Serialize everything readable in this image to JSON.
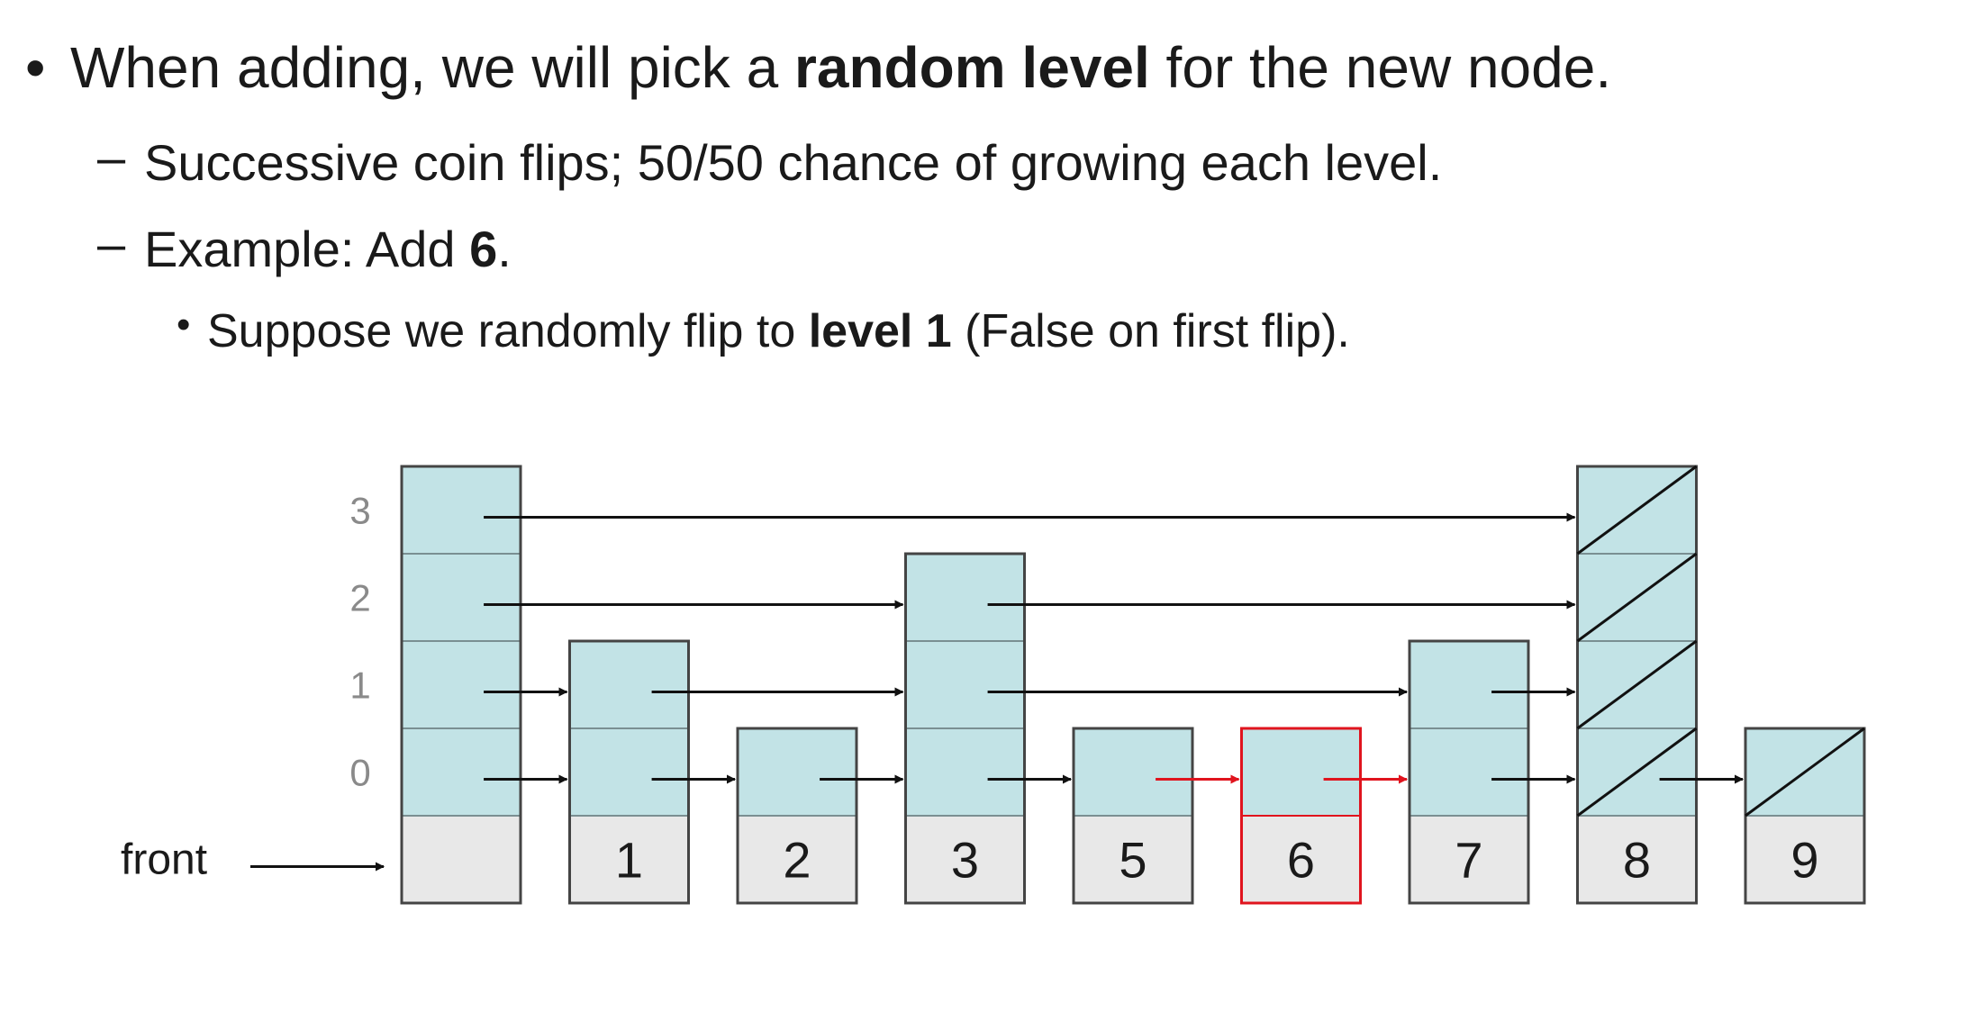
{
  "bullets": {
    "b1": {
      "marker": "•",
      "pre": "When adding, we will pick a ",
      "bold": "random level",
      "post": " for the new node."
    },
    "b2": {
      "marker": "–",
      "text": "Successive coin flips;  50/50 chance of growing each level."
    },
    "b3": {
      "marker": "–",
      "pre": "Example: Add ",
      "bold": "6",
      "post": "."
    },
    "b4": {
      "marker": "•",
      "pre": "Suppose we randomly flip to ",
      "bold": "level 1",
      "post": " (False on first flip)."
    }
  },
  "diagram": {
    "level_labels": [
      "0",
      "1",
      "2",
      "3"
    ],
    "front_label": "front",
    "nodes": [
      {
        "label": "",
        "levels": 4,
        "is_sentinel": true
      },
      {
        "label": "1",
        "levels": 2
      },
      {
        "label": "2",
        "levels": 1
      },
      {
        "label": "3",
        "levels": 3
      },
      {
        "label": "5",
        "levels": 1
      },
      {
        "label": "6",
        "levels": 1,
        "highlight": true
      },
      {
        "label": "7",
        "levels": 2
      },
      {
        "label": "8",
        "levels": 4,
        "is_end": true
      },
      {
        "label": "9",
        "levels": 1,
        "is_end": true
      }
    ],
    "links": [
      {
        "level": 3,
        "from": 0,
        "to": 7
      },
      {
        "level": 2,
        "from": 0,
        "to": 3
      },
      {
        "level": 2,
        "from": 3,
        "to": 7
      },
      {
        "level": 1,
        "from": 0,
        "to": 1
      },
      {
        "level": 1,
        "from": 1,
        "to": 3
      },
      {
        "level": 1,
        "from": 3,
        "to": 6
      },
      {
        "level": 1,
        "from": 6,
        "to": 7
      },
      {
        "level": 0,
        "from": 0,
        "to": 1
      },
      {
        "level": 0,
        "from": 1,
        "to": 2
      },
      {
        "level": 0,
        "from": 2,
        "to": 3
      },
      {
        "level": 0,
        "from": 3,
        "to": 4
      },
      {
        "level": 0,
        "from": 4,
        "to": 5,
        "highlight": true
      },
      {
        "level": 0,
        "from": 5,
        "to": 6,
        "highlight": true
      },
      {
        "level": 0,
        "from": 6,
        "to": 7
      },
      {
        "level": 0,
        "from": 7,
        "to": 8
      }
    ],
    "colors": {
      "node_fill": "#c2e3e6",
      "key_fill": "#e8e8e8",
      "border": "#444444",
      "highlight": "#e0141e",
      "arrow": "#111111"
    }
  }
}
